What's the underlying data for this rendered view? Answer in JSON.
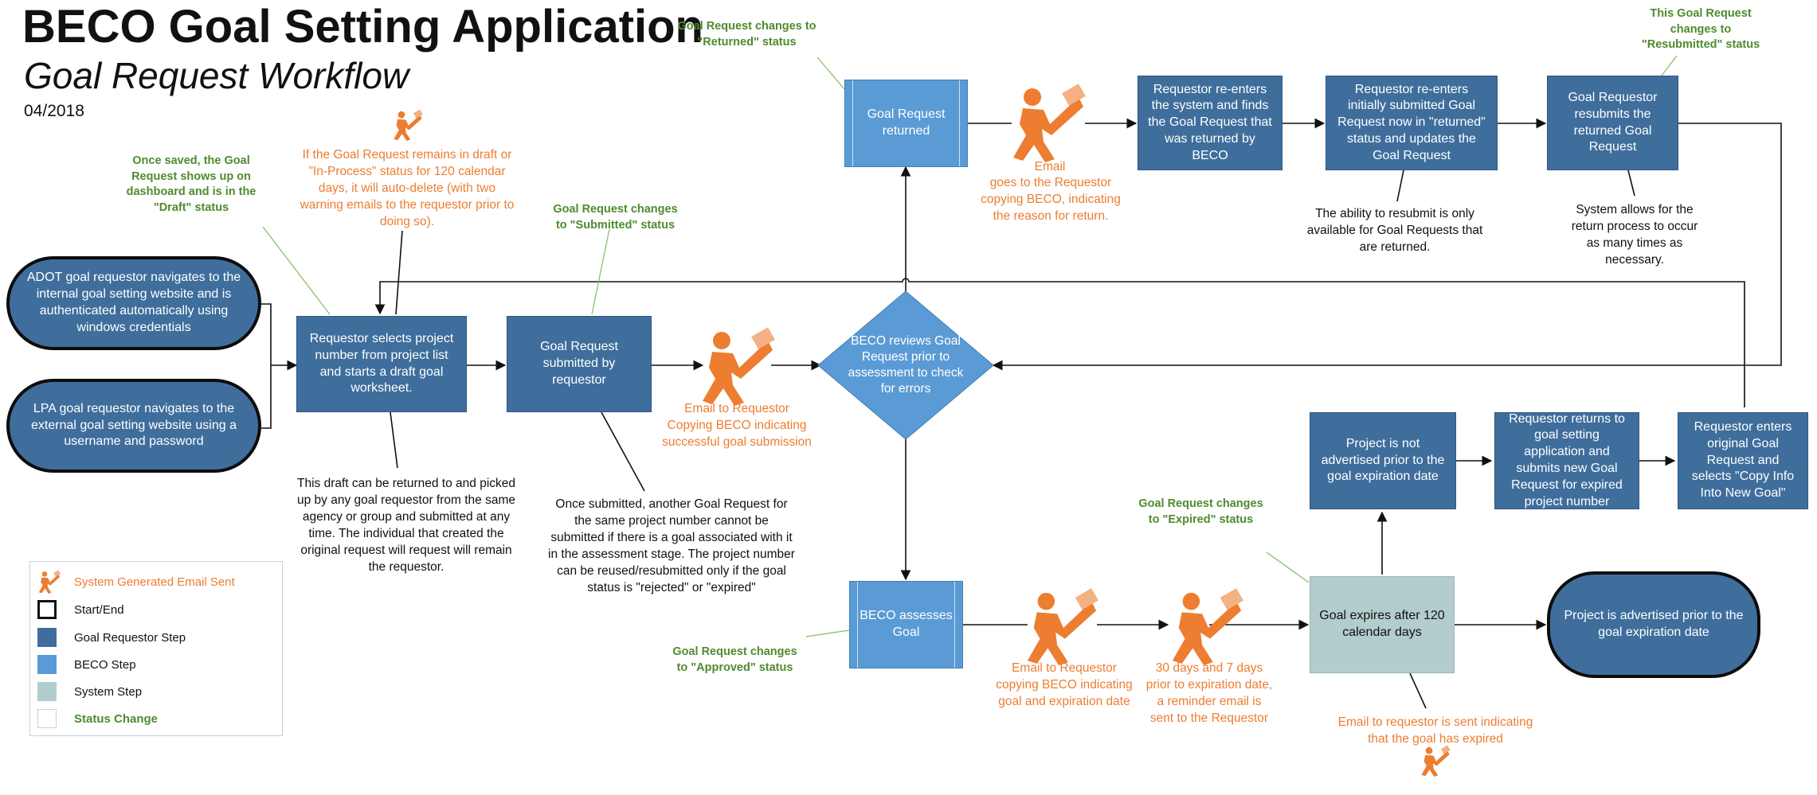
{
  "header": {
    "title": "BECO Goal Setting Application",
    "subtitle": "Goal Request Workflow",
    "date": "04/2018"
  },
  "nodes": {
    "adot": "ADOT goal requestor navigates to the internal goal setting website and is authenticated automatically using windows credentials",
    "lpa": "LPA  goal requestor navigates to the external goal setting website using a username and password",
    "select_project": "Requestor selects project number from project list and starts a draft goal worksheet.",
    "submitted": "Goal Request submitted by requestor",
    "beco_reviews": "BECO reviews Goal Request prior to assessment to check for errors",
    "returned": "Goal Request returned",
    "reenters_system": "Requestor re-enters the system and finds the Goal Request that was returned by BECO",
    "reenters_initial": "Requestor re-enters initially submitted Goal Request now in \"returned\" status and updates the Goal Request",
    "resubmits": "Goal Requestor resubmits the returned Goal Request",
    "beco_assesses": "BECO assesses Goal",
    "goal_expires": "Goal expires after 120 calendar days",
    "not_advertised": "Project is not advertised prior to the goal expiration date",
    "returns_app": "Requestor returns to goal setting application and submits new Goal Request for expired project number",
    "copy_info": "Requestor enters original Goal Request and selects \"Copy Info Into New Goal\"",
    "advertised": "Project is advertised prior to the goal expiration date"
  },
  "notes": {
    "draft_return": "This draft can be returned to and picked up by any goal requestor from the same agency or group and submitted at any time. The individual that created the original request will request will remain the requestor.",
    "once_submitted": "Once submitted, another Goal Request for the same project number cannot be submitted if there is a goal associated with it in the assessment stage. The project number can be reused/resubmitted only if the goal status is \"rejected\" or \"expired\"",
    "resubmit_only": "The ability to resubmit is only available for Goal Requests that are returned.",
    "return_process": "System allows for the return process to occur as many times as necessary."
  },
  "status_changes": {
    "draft": "Once saved, the Goal Request shows up on dashboard and is in the \"Draft\" status",
    "submitted": "Goal Request changes to \"Submitted\" status",
    "returned": "Goal Request changes to \"Returned\" status",
    "resubmitted": "This Goal Request changes to \"Resubmitted\" status",
    "expired": "Goal Request changes to \"Expired\" status",
    "approved": "Goal Request changes to \"Approved\" status"
  },
  "emails": {
    "auto_delete": "If the Goal Request remains in draft or \"In-Process\" status for 120 calendar days, it will auto-delete (with two warning emails to the requestor prior to doing so).",
    "submission": "Email to Requestor Copying BECO indicating successful goal submission",
    "return_email_title": "Email",
    "return_email": "goes to the Requestor copying BECO, indicating the reason for return.",
    "approval": "Email to Requestor copying BECO indicating goal and expiration date",
    "reminder": "30 days and 7 days prior to expiration date, a reminder email is sent to the Requestor",
    "expired": "Email to requestor is sent indicating that the goal has expired"
  },
  "legend": {
    "items": [
      {
        "label": "System Generated Email Sent",
        "color": "#ed7d31"
      },
      {
        "label": "Start/End",
        "color": "#111111"
      },
      {
        "label": "Goal Requestor Step",
        "color": "#3f6e9c"
      },
      {
        "label": "BECO Step",
        "color": "#5b9bd5"
      },
      {
        "label": "System Step",
        "color": "#b3cccc"
      },
      {
        "label": "Status Change",
        "color": "#4e8b2e"
      }
    ]
  },
  "colors": {
    "requestor": "#3f6e9c",
    "beco": "#5b9bd5",
    "system": "#b3cccc",
    "email": "#ed7d31",
    "status": "#4e8b2e"
  }
}
